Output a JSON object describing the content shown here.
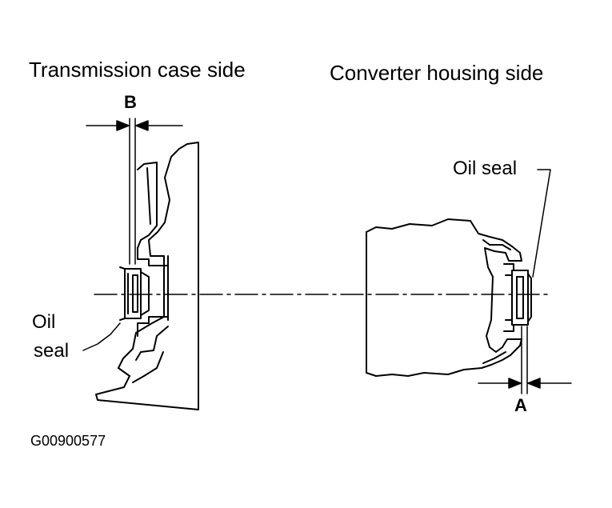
{
  "headings": {
    "left": "Transmission case side",
    "right": "Converter housing side"
  },
  "callouts": {
    "left_oil_seal_line1": "Oil",
    "left_oil_seal_line2": "seal",
    "right_oil_seal": "Oil seal",
    "dimension_b": "B",
    "dimension_a": "A"
  },
  "figure_code": "G00900577"
}
